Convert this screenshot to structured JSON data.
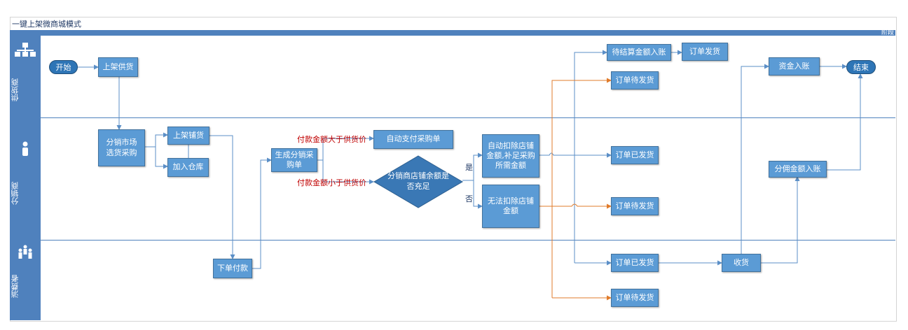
{
  "title": "一键上架微商城模式",
  "phase_label": "阶段",
  "lanes": [
    {
      "label": "供货商",
      "icon": "org-chart-icon"
    },
    {
      "label": "分销商",
      "icon": "person-icon"
    },
    {
      "label": "消费者",
      "icon": "group-icon"
    }
  ],
  "nodes": {
    "start": "开始",
    "supplier_list": "上架供货",
    "market_select": "分销市场\n选货采购",
    "list_store": "上架铺货",
    "add_warehouse": "加入仓库",
    "place_order": "下单付款",
    "create_po": "生成分销采\n购单",
    "auto_pay": "自动支付采购单",
    "decision": "分销商店铺余额是\n否充足",
    "auto_deduct": "自动扣除店铺\n金额,补足采购\n所需金额",
    "cannot_deduct": "无法扣除店铺\n金额",
    "pending_settle": "待结算金额入账",
    "order_ship_top": "订单发货",
    "await_ship_1": "订单待发货",
    "shipped_mid": "订单已发货",
    "await_ship_2": "订单待发货",
    "shipped_bottom": "订单已发货",
    "await_ship_3": "订单待发货",
    "receive": "收货",
    "funds_in": "资金入账",
    "commission_in": "分佣金额入账",
    "end": "结束"
  },
  "edge_labels": {
    "greater": "付款金额大于供货价",
    "less": "付款金额小于供货价",
    "yes": "是",
    "no": "否"
  },
  "colors": {
    "lane": "#4f81bd",
    "process": "#5b9bd5",
    "terminal": "#2e75b6",
    "decision": "#3a78b5",
    "arrow_blue": "#5b8fc7",
    "arrow_orange": "#e07b2b",
    "condition_text": "#c00000"
  }
}
